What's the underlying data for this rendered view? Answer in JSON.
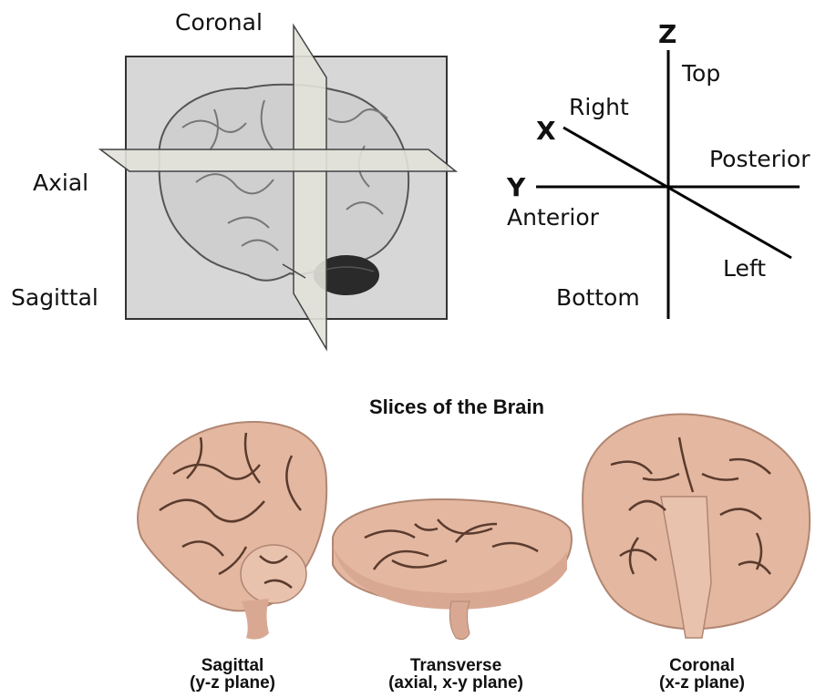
{
  "planes_figure": {
    "labels": {
      "coronal": "Coronal",
      "axial": "Axial",
      "sagittal": "Sagittal"
    }
  },
  "axes_figure": {
    "axis_letters": {
      "z": "Z",
      "x": "X",
      "y": "Y"
    },
    "directions": {
      "top": "Top",
      "bottom": "Bottom",
      "right": "Right",
      "left": "Left",
      "anterior": "Anterior",
      "posterior": "Posterior"
    }
  },
  "slices_figure": {
    "title": "Slices of the Brain",
    "captions": [
      {
        "name": "Sagittal",
        "plane": "(y-z plane)"
      },
      {
        "name": "Transverse",
        "plane": "(axial, x-y plane)"
      },
      {
        "name": "Coronal",
        "plane": "(x-z plane)"
      }
    ]
  },
  "colors": {
    "box_fill": "#d7d7d7",
    "brain_grey": "#cfcfcf",
    "cerebellum": "#2a2a2a",
    "brain_tan": "#e4b7a0",
    "sulcus": "#5a3b2e"
  }
}
